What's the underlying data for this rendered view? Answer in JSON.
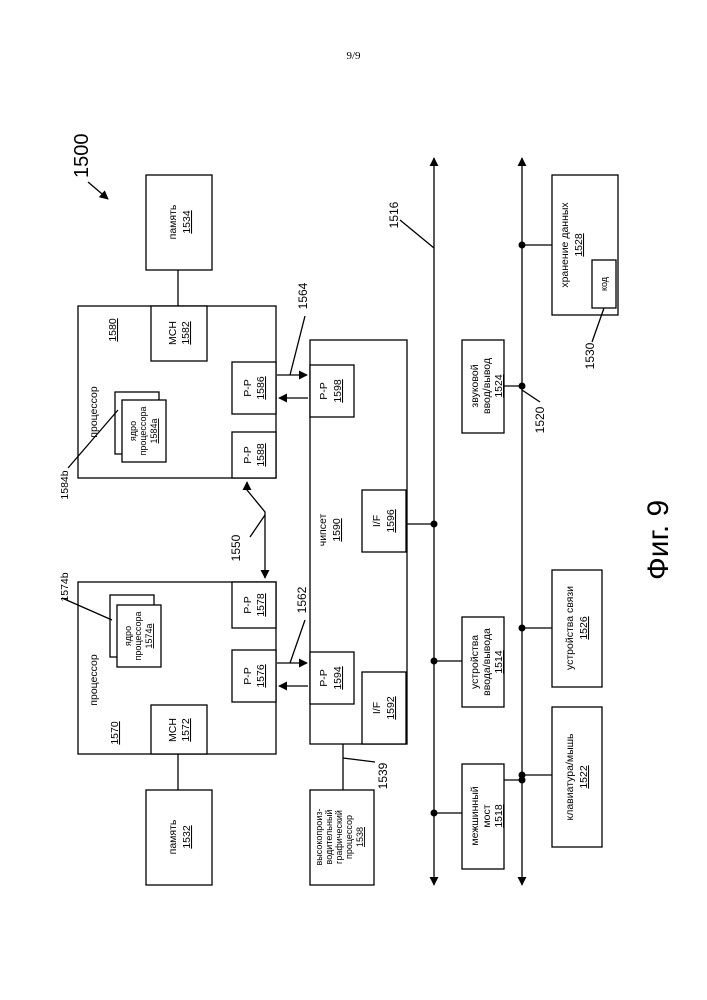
{
  "header": {
    "sheet": "9/9"
  },
  "figure": {
    "caption": "Фиг. 9",
    "system_ref": "1500"
  },
  "buses": {
    "bus1": "1516",
    "bus2": "1520"
  },
  "refs": {
    "r1550": "1550",
    "r1562": "1562",
    "r1564": "1564",
    "r1539": "1539",
    "r1584b": "1584b",
    "r1574b": "1574b",
    "r1530": "1530"
  },
  "processors": {
    "p1570": {
      "title": "процессор",
      "id": "1570",
      "mch": "MCH",
      "mch_id": "1572",
      "core_l1": "ядро",
      "core_l2": "процессора",
      "core_id": "1574a",
      "pp1": "P-P",
      "pp1_id": "1576",
      "pp2": "P-P",
      "pp2_id": "1578"
    },
    "p1580": {
      "title": "процессор",
      "id": "1580",
      "mch": "MCH",
      "mch_id": "1582",
      "core_l1": "ядро",
      "core_l2": "процессора",
      "core_id": "1584a",
      "pp1": "P-P",
      "pp1_id": "1586",
      "pp2": "P-P",
      "pp2_id": "1588"
    }
  },
  "memories": {
    "m1532": {
      "label": "память",
      "id": "1532"
    },
    "m1534": {
      "label": "память",
      "id": "1534"
    }
  },
  "chipset": {
    "label": "чипсет",
    "id": "1590",
    "pp_a": "P-P",
    "pp_a_id": "1594",
    "pp_b": "P-P",
    "pp_b_id": "1598",
    "if_a": "I/F",
    "if_a_id": "1592",
    "if_b": "I/F",
    "if_b_id": "1596"
  },
  "gpu": {
    "l1": "высокопроиз-",
    "l2": "водительный",
    "l3": "графический",
    "l4": "процессор",
    "id": "1538"
  },
  "devices": {
    "bridge": {
      "l1": "межшинный",
      "l2": "мост",
      "id": "1518"
    },
    "io": {
      "l1": "устройства",
      "l2": "ввода/вывода",
      "id": "1514"
    },
    "audio": {
      "l1": "звуковой",
      "l2": "ввод/вывод",
      "id": "1524"
    },
    "kbd": {
      "l1": "клавиатура/мышь",
      "id": "1522"
    },
    "comm": {
      "l1": "устройства связи",
      "id": "1526"
    },
    "storage": {
      "l1": "хранение данных",
      "id": "1528",
      "code": "код"
    }
  }
}
